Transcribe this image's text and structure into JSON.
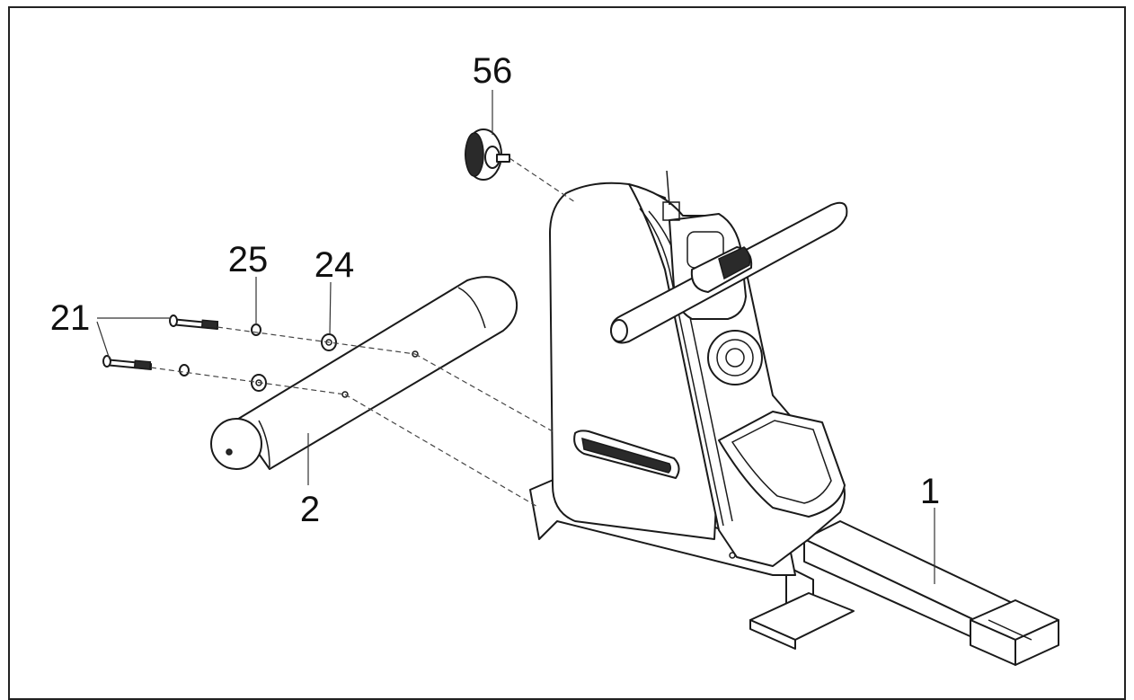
{
  "diagram": {
    "callouts": {
      "part_56": "56",
      "part_25": "25",
      "part_24": "24",
      "part_21": "21",
      "part_2": "2",
      "part_1": "1"
    }
  }
}
